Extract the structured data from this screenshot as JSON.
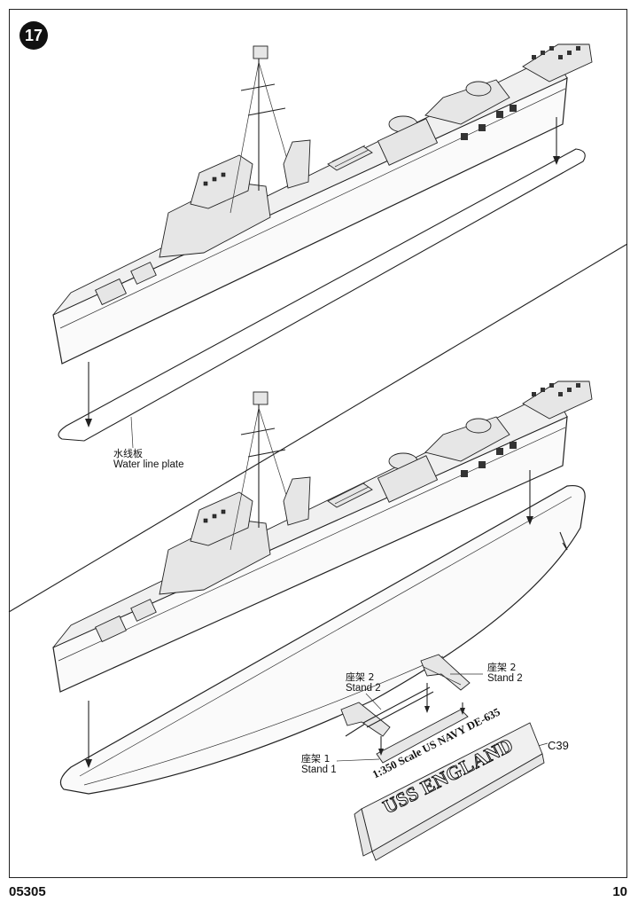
{
  "step": {
    "number": "17"
  },
  "labels": {
    "waterline_cn": "水线板",
    "waterline_en": "Water line plate",
    "stand2_top_cn": "座架 2",
    "stand2_top_en": "Stand 2",
    "stand2_right_cn": "座架 2",
    "stand2_right_en": "Stand 2",
    "stand1_cn": "座架 1",
    "stand1_en": "Stand 1",
    "part_c39": "C39"
  },
  "nameplate": {
    "line1": "1:350 Scale US NAVY DE-635",
    "line2": "USS ENGLAND"
  },
  "footer": {
    "product_code": "05305",
    "page_number": "10"
  }
}
